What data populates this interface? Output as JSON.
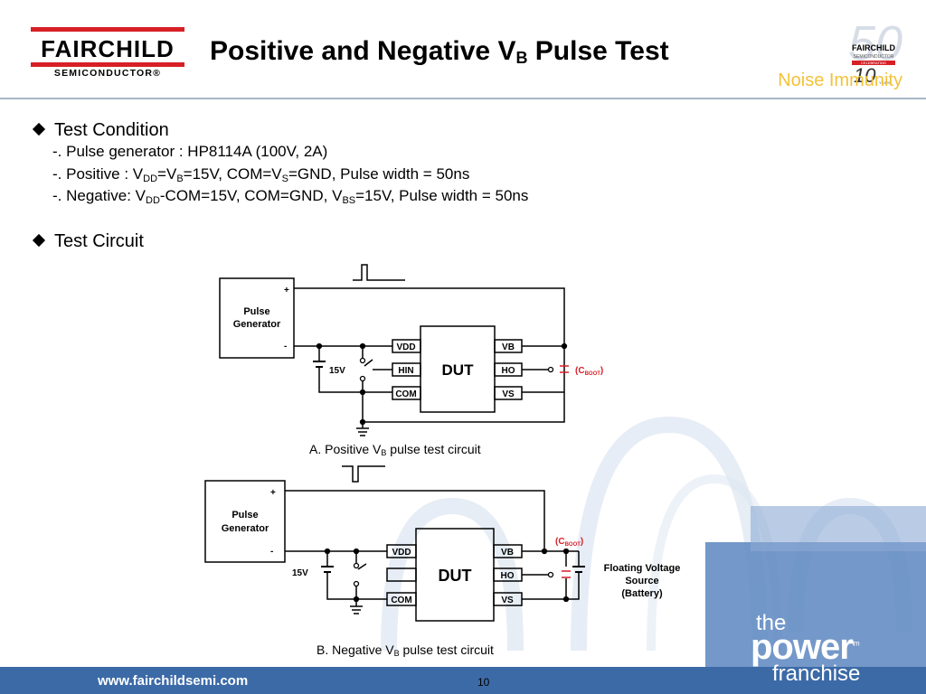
{
  "header": {
    "logo": {
      "name": "FAIRCHILD",
      "sub": "SEMICONDUCTOR®"
    },
    "title_main": "Positive and Negative V",
    "title_sub": "B",
    "title_end": " Pulse Test",
    "topic": "Noise Immunity",
    "anniversary": {
      "big": "50",
      "brand": "FAIRCHILD",
      "brand_sub": "SEMICONDUCTOR",
      "celebrating": "CELEBRATING",
      "num": "10",
      "years": "YEARS"
    }
  },
  "content": {
    "test_condition_title": "Test Condition",
    "cond1": "-. Pulse generator : HP8114A (100V, 2A)",
    "cond2": {
      "a": "-. Positive :  V",
      "b": "DD",
      "c": "=V",
      "d": "B",
      "e": "=15V, COM=V",
      "f": "S",
      "g": "=GND, Pulse width = 50ns"
    },
    "cond3": {
      "a": "-. Negative: V",
      "b": "DD",
      "c": "-COM=15V, COM=GND,  V",
      "d": "BS",
      "e": "=15V, Pulse width = 50ns"
    },
    "test_circuit_title": "Test Circuit"
  },
  "circuit_a": {
    "plus": "+",
    "minus": "-",
    "gen1": "Pulse",
    "gen2": "Generator",
    "vdd": "VDD",
    "hin": "HIN",
    "com": "COM",
    "dut": "DUT",
    "vb": "VB",
    "ho": "HO",
    "vs": "VS",
    "v15": "15V",
    "cboot_open": "(C",
    "cboot_sub": "BOOT",
    "cboot_close": ")",
    "caption_a": "A. Positive V",
    "caption_sub": "B",
    "caption_b": " pulse test circuit"
  },
  "circuit_b": {
    "plus": "+",
    "minus": "-",
    "gen1": "Pulse",
    "gen2": "Generator",
    "vdd": "VDD",
    "com": "COM",
    "dut": "DUT",
    "vb": "VB",
    "ho": "HO",
    "vs": "VS",
    "v15": "15V",
    "cboot_open": "(C",
    "cboot_sub": "BOOT",
    "cboot_close": ")",
    "float1": "Floating Voltage",
    "float2": "Source",
    "float3": "(Battery)",
    "caption_a": "B. Negative V",
    "caption_sub": "B",
    "caption_b": " pulse test circuit"
  },
  "footer": {
    "url": "www.fairchildsemi.com",
    "page": "10",
    "brand_the": "the",
    "brand_power": "power",
    "brand_tm": "tm",
    "brand_franchise": "franchise"
  },
  "colors": {
    "red": "#d71f26",
    "gold": "#f2c23a",
    "footer": "#3c6aa7",
    "header_line": "#a9b6c7"
  }
}
